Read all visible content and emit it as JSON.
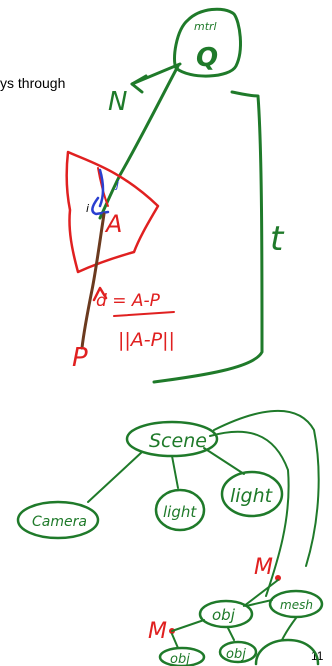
{
  "slide": {
    "fragment_text": "ys through",
    "page_number": "11"
  },
  "annotations": {
    "material_label": "mtrl",
    "q_label": "Q",
    "n_label": "N",
    "a_label": "A",
    "i_label": "i",
    "j_label": "j",
    "d_equation": "d = A-P",
    "norm_label": "||A-P||",
    "p_label": "P",
    "t_label": "t",
    "scene_label": "Scene",
    "camera_label": "Camera",
    "light1_label": "light",
    "light2_label": "light",
    "m1_label": "M",
    "obj1_label": "obj",
    "mesh_label": "mesh",
    "m2_label": "M",
    "obj2_label": "obj",
    "obj3_label": "obj"
  },
  "colors": {
    "green": "#1f7a2a",
    "red": "#e02020",
    "blue": "#2a3fd0",
    "black": "#000000"
  }
}
